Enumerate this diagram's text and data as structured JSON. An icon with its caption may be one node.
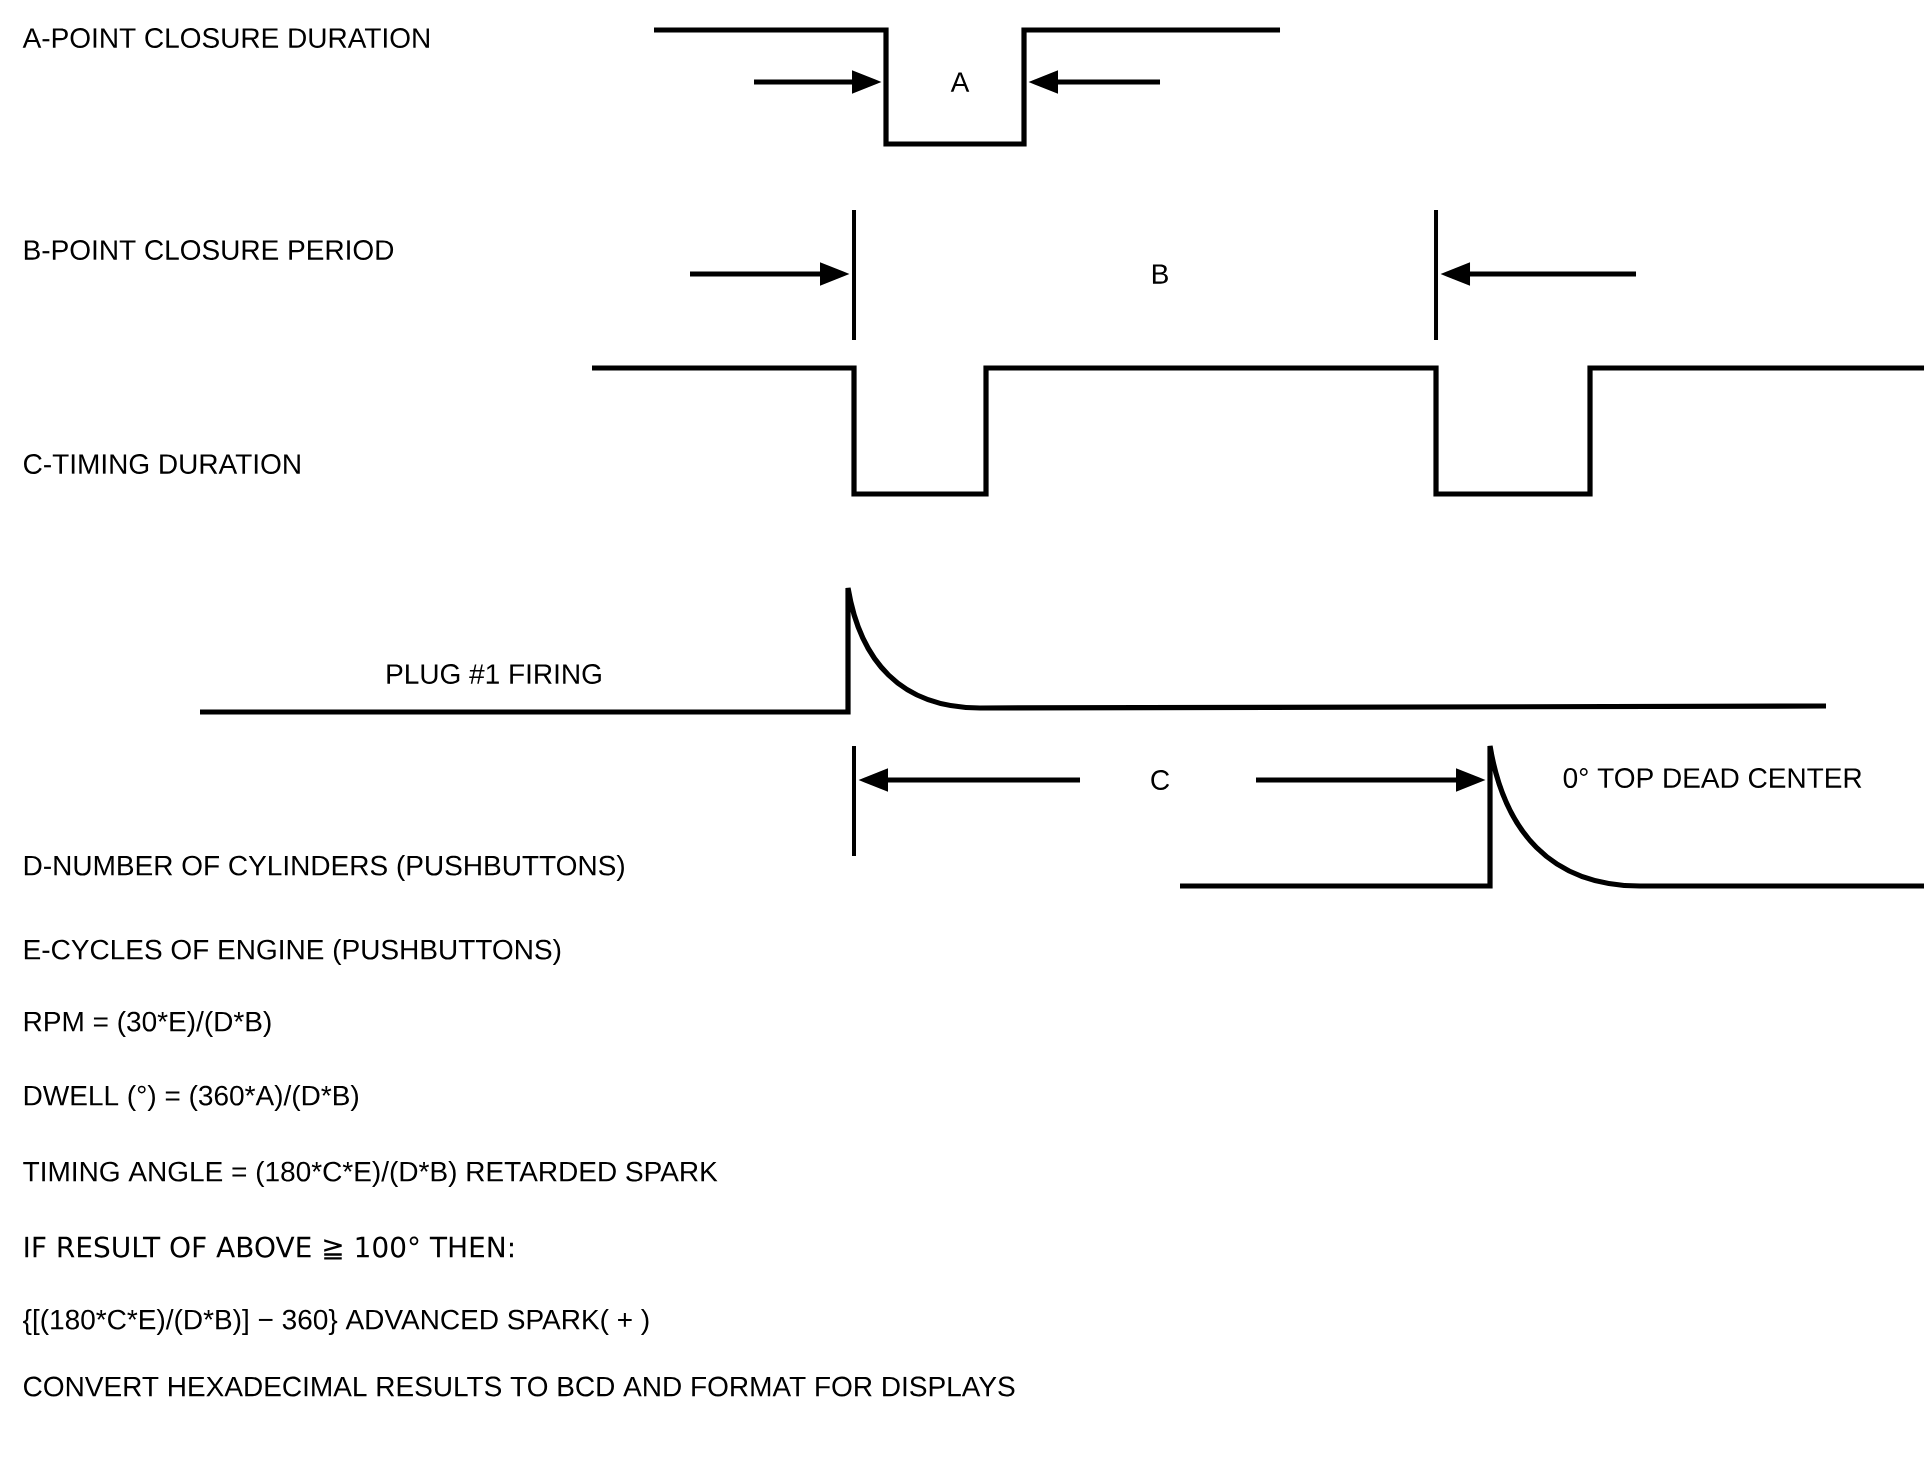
{
  "diagram": {
    "labels": [
      "A-POINT CLOSURE DURATION",
      "A",
      "B-POINT CLOSURE PERIOD",
      "B",
      "C-TIMING DURATION",
      "PLUG #1 FIRING",
      "C",
      "0° TOP DEAD CENTER",
      "D-NUMBER OF CYLINDERS (PUSHBUTTONS)",
      "E-CYCLES OF ENGINE (PUSHBUTTONS)",
      "RPM = (30*E)/(D*B)",
      "DWELL (°) = (360*A)/(D*B)",
      "TIMING ANGLE = (180*C*E)/(D*B) RETARDED SPARK",
      "IF RESULT OF ABOVE ≧ 100° THEN:",
      "{[(180*C*E)/(D*B)] − 360} ADVANCED SPARK( + )",
      "CONVERT HEXADECIMAL RESULTS TO BCD AND FORMAT FOR DISPLAYS"
    ]
  }
}
